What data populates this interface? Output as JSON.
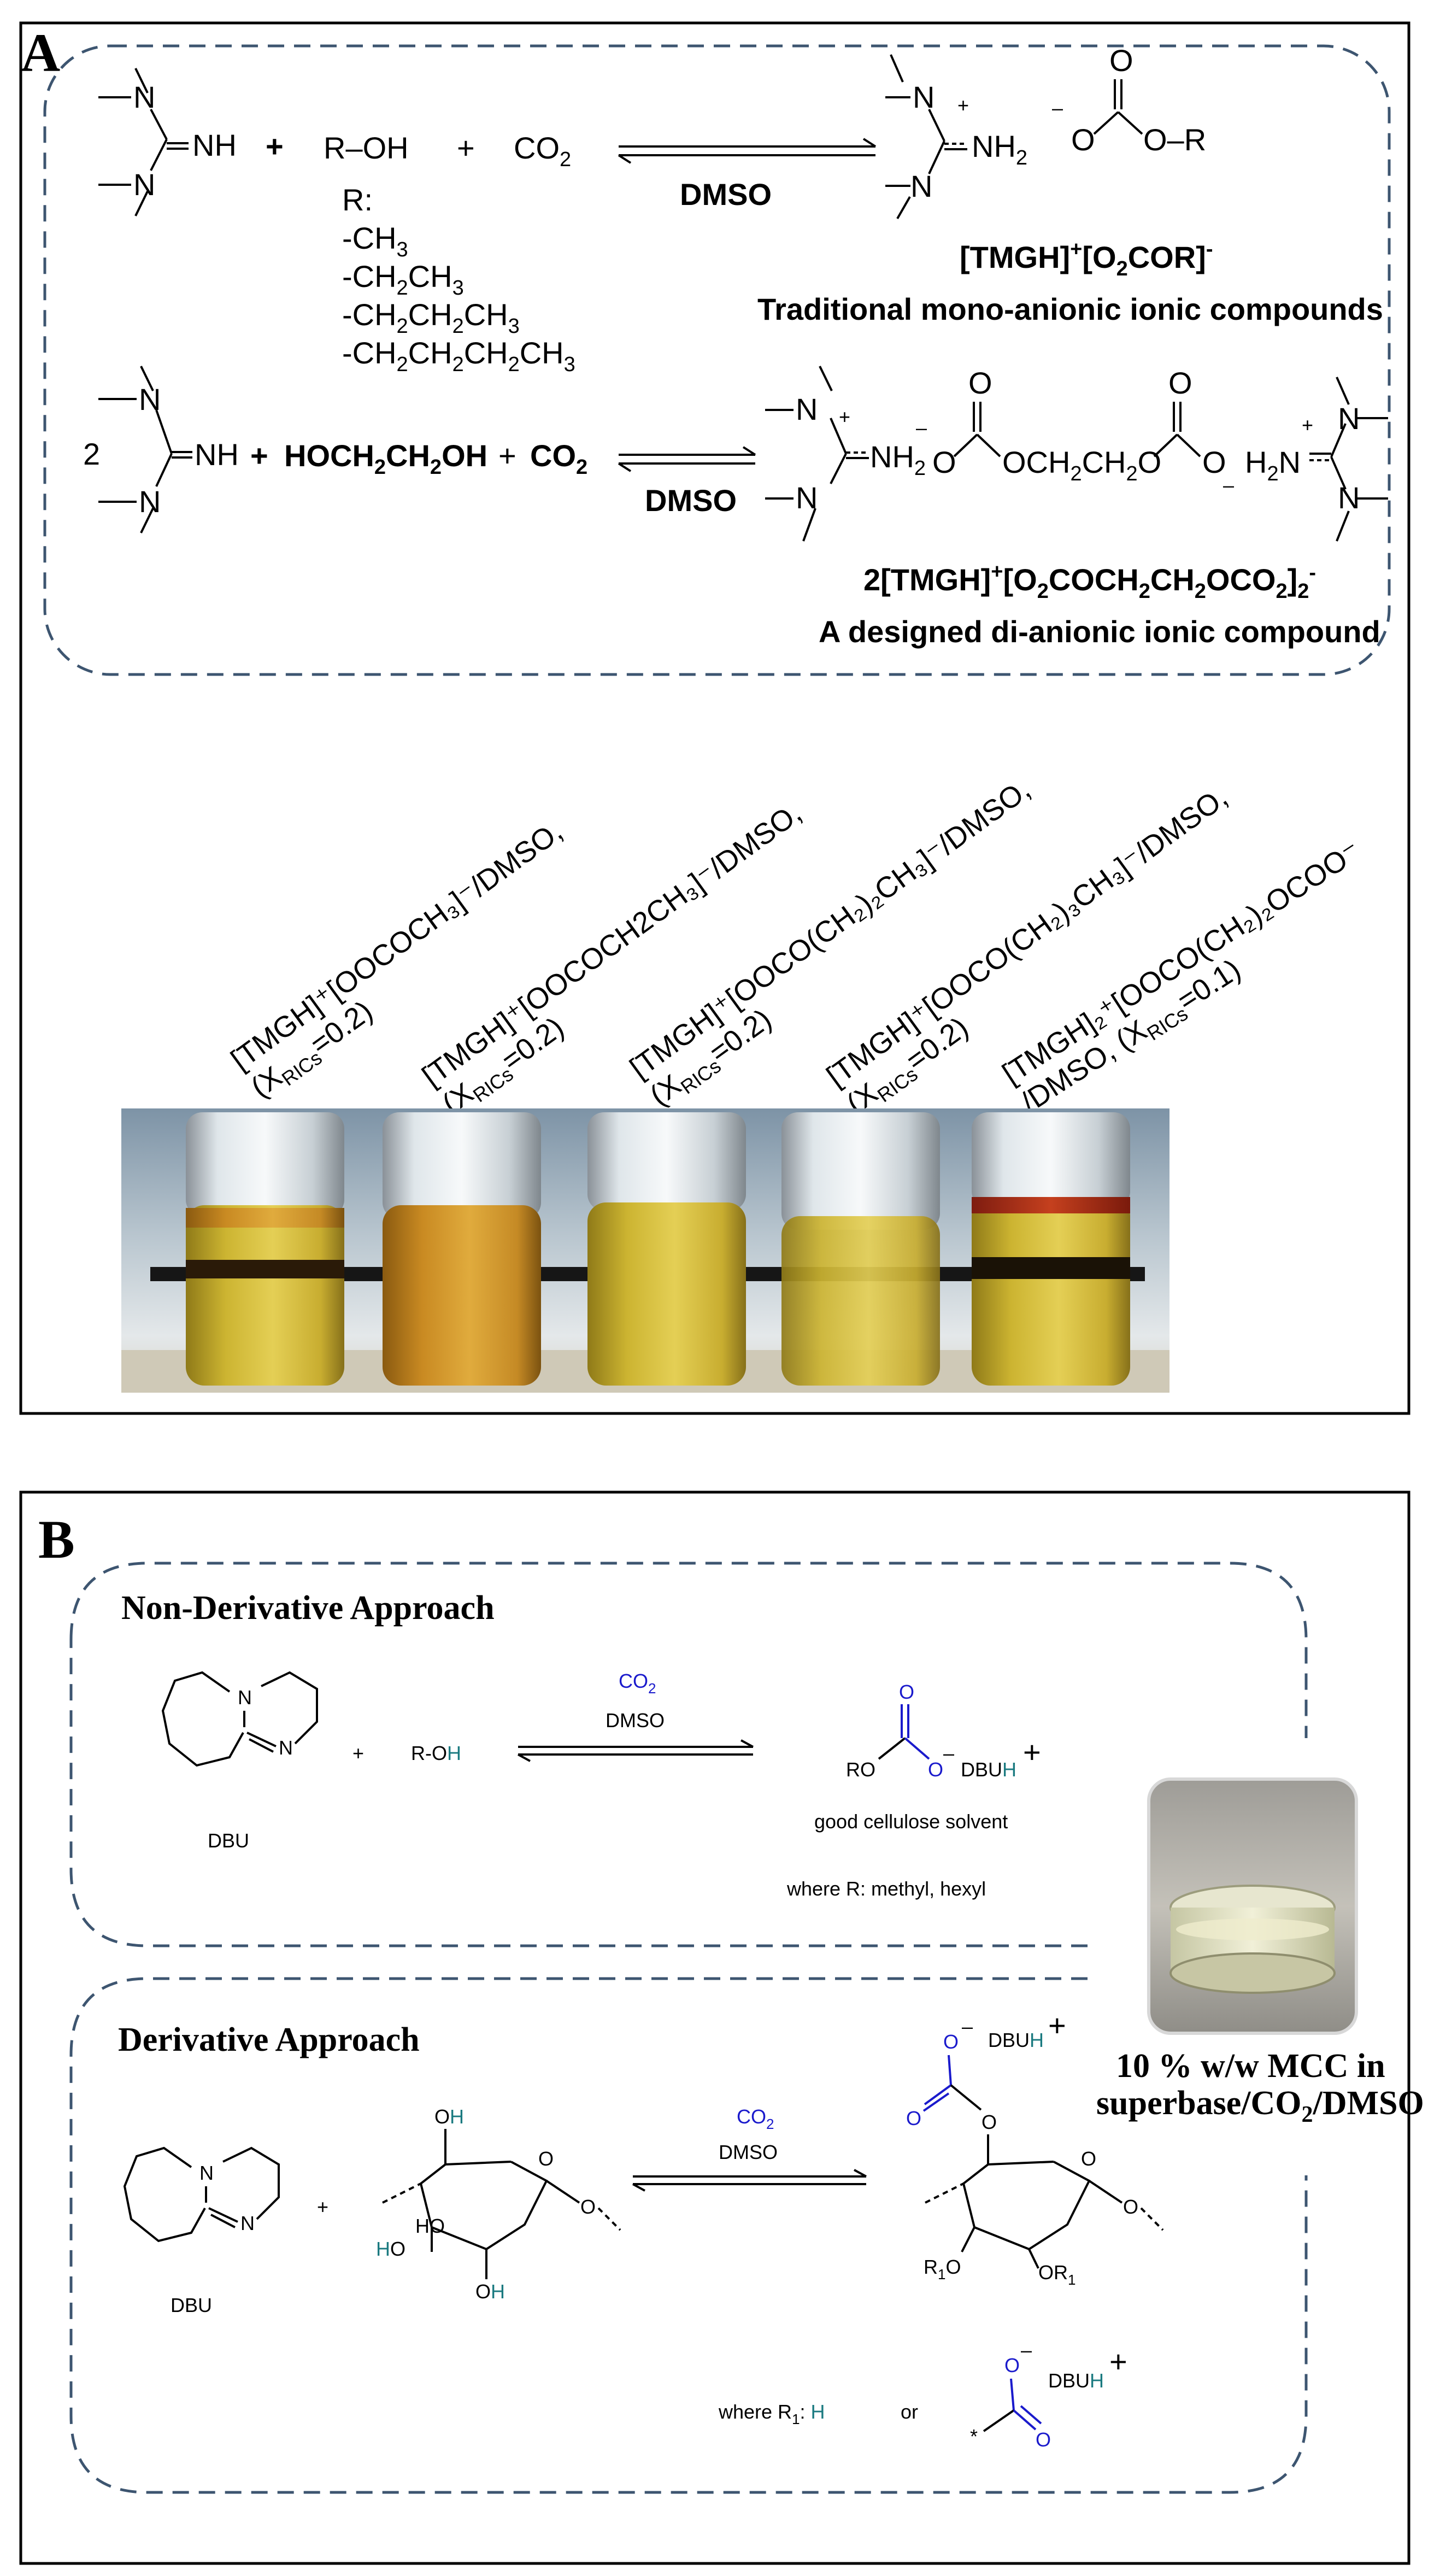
{
  "panelA": {
    "label": "A",
    "eq1": {
      "nh": "NH",
      "plus1": "+",
      "roh": "R–OH",
      "plus2": "+",
      "co2": "CO",
      "co2_sub": "2",
      "condition": "DMSO",
      "r_label": "R:",
      "r_groups": [
        "-CH",
        "-CH",
        "-CH",
        "-CH"
      ],
      "r1_sub": "3",
      "r2_parts": [
        "2",
        "CH",
        "3"
      ],
      "r3_parts": [
        "2",
        "CH",
        "2",
        "CH",
        "3"
      ],
      "r4_parts": [
        "2",
        "CH",
        "2",
        "CH",
        "2",
        "CH",
        "3"
      ],
      "product_n": "N",
      "product_nh2": "NH",
      "product_nh2_sub": "2",
      "product_plus": "+",
      "anion_minus": "–",
      "anion_o_top": "O",
      "anion_o_left": "O",
      "anion_or": "O–R",
      "product_formula_main": "[TMGH]",
      "product_formula_sup": "+",
      "product_formula_rest": "[O",
      "product_formula_sub": "2",
      "product_formula_end": "COR]",
      "product_formula_sup2": "-",
      "caption": "Traditional mono-anionic ionic compounds"
    },
    "eq2": {
      "coef": "2",
      "nh": "NH",
      "plus1": "+",
      "glycol": "HOCH",
      "glycol_sub1": "2",
      "glycol_mid": "CH",
      "glycol_sub2": "2",
      "glycol_end": "OH",
      "plus2": "+",
      "co2": "CO",
      "co2_sub": "2",
      "condition": "DMSO",
      "left_nh2": "NH",
      "left_nh2_sub": "2",
      "plus_left": "+",
      "minus_left": "–",
      "o_top1": "O",
      "o_top2": "O",
      "o_link": "O",
      "middle": "OCH",
      "middle_sub1": "2",
      "middle_mid": "CH",
      "middle_sub2": "2",
      "middle_end": "O",
      "o_end": "O",
      "minus_right": "–",
      "right_h2n": "H",
      "right_h2n_sub": "2",
      "right_n": "N",
      "plus_right": "+",
      "formula_pre": "2[TMGH]",
      "formula_sup": "+",
      "formula_mid": "[O",
      "formula_sub1": "2",
      "formula_mid2": "COCH",
      "formula_sub2": "2",
      "formula_mid3": "CH",
      "formula_sub3": "2",
      "formula_mid4": "OCO",
      "formula_sub4": "2",
      "formula_end": "]",
      "formula_sub5": "2",
      "formula_sup2": "-",
      "caption": "A designed di-anionic ionic compound"
    },
    "vial_labels": [
      {
        "line1": "[TMGH]⁺[OOCOCH₃]⁻/DMSO,",
        "line2": "(X",
        "sub": "RICs",
        "line2b": "=0.2)"
      },
      {
        "line1": "[TMGH]⁺[OOCOCH2CH₃]⁻/DMSO,",
        "line2": "(X",
        "sub": "RICs",
        "line2b": "=0.2)"
      },
      {
        "line1": "[TMGH]⁺[OOCO(CH₂)₂CH₃]⁻/DMSO,",
        "line2": "(X",
        "sub": "RICs",
        "line2b": "=0.2)"
      },
      {
        "line1": "[TMGH]⁺[OOCO(CH₂)₃CH₃]⁻/DMSO,",
        "line2": "(X",
        "sub": "RICs",
        "line2b": "=0.2)"
      },
      {
        "line1": "[TMGH]₂⁺[OOCO(CH₂)₂OCOO⁻",
        "line2": "/DMSO, (X",
        "sub": "RICs",
        "line2b": "=0.1)"
      }
    ]
  },
  "panelB": {
    "label": "B",
    "nonderivative": {
      "title": "Non-Derivative Approach",
      "n": "N",
      "n2": "N",
      "dbu": "DBU",
      "plus": "+",
      "roh_r": "R-O",
      "roh_h": "H",
      "co2": "CO",
      "co2_sub": "2",
      "condition": "DMSO",
      "o_top": "O",
      "ro": "RO",
      "o_minus_o": "O",
      "o_minus": "–",
      "dbuh": "DBU",
      "dbuh_h": "H",
      "dbuh_plus": "+",
      "product_caption": "good cellulose solvent",
      "where": "where R: methyl, hexyl"
    },
    "derivative": {
      "title": "Derivative Approach",
      "n": "N",
      "n2": "N",
      "dbu": "DBU",
      "plus": "+",
      "oh_top_o": "O",
      "oh_top_h": "H",
      "ho_h": "H",
      "ho_o": "O",
      "ho2": "HO",
      "oh_bottom_o": "O",
      "oh_bottom_h": "H",
      "ring_o": "O",
      "glyco_o": "O",
      "co2": "CO",
      "co2_sub": "2",
      "condition": "DMSO",
      "prod_o_minus": "O",
      "prod_minus": "–",
      "prod_dbuh": "DBU",
      "prod_dbuh_h": "H",
      "prod_plus": "+",
      "prod_o_double": "O",
      "prod_o_link": "O",
      "prod_ring_o": "O",
      "prod_r1o": "R",
      "prod_r1o_sub": "1",
      "prod_r1o_o": "O",
      "prod_or1": "OR",
      "prod_or1_sub": "1",
      "prod_o_end": "O",
      "where_pre": "where R",
      "where_sub": "1",
      "where_colon": ": ",
      "where_h": "H",
      "or": "or",
      "alt_o_minus": "O",
      "alt_minus": "–",
      "alt_dbuh": "DBU",
      "alt_dbuh_h": "H",
      "alt_plus": "+",
      "alt_star": "*",
      "alt_o": "O"
    },
    "photo_caption_line1": "10 % w/w MCC in",
    "photo_caption_line2_pre": "superbase/CO",
    "photo_caption_line2_sub": "2",
    "photo_caption_line2_post": "/DMSO"
  },
  "colors": {
    "dashed_border": "#3d5570",
    "blue_text": "#1a1acc",
    "teal_text": "#1a7a80",
    "orange_liquid": "#d9a12a",
    "yellow_liquid": "#d9c23a"
  }
}
